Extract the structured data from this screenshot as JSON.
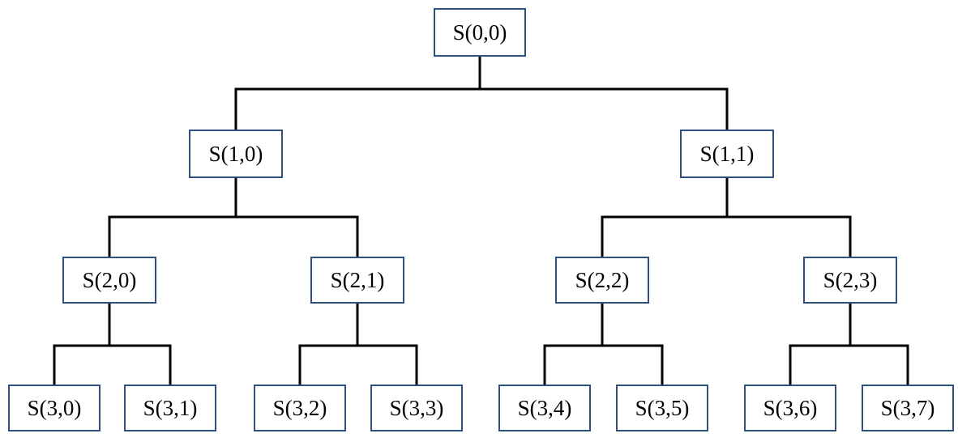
{
  "diagram": {
    "type": "binary-tree",
    "border_color": "#2f4f7f",
    "line_color": "#000000",
    "levels": [
      [
        "S(0,0)"
      ],
      [
        "S(1,0)",
        "S(1,1)"
      ],
      [
        "S(2,0)",
        "S(2,1)",
        "S(2,2)",
        "S(2,3)"
      ],
      [
        "S(3,0)",
        "S(3,1)",
        "S(3,2)",
        "S(3,3)",
        "S(3,4)",
        "S(3,5)",
        "S(3,6)",
        "S(3,7)"
      ]
    ]
  }
}
